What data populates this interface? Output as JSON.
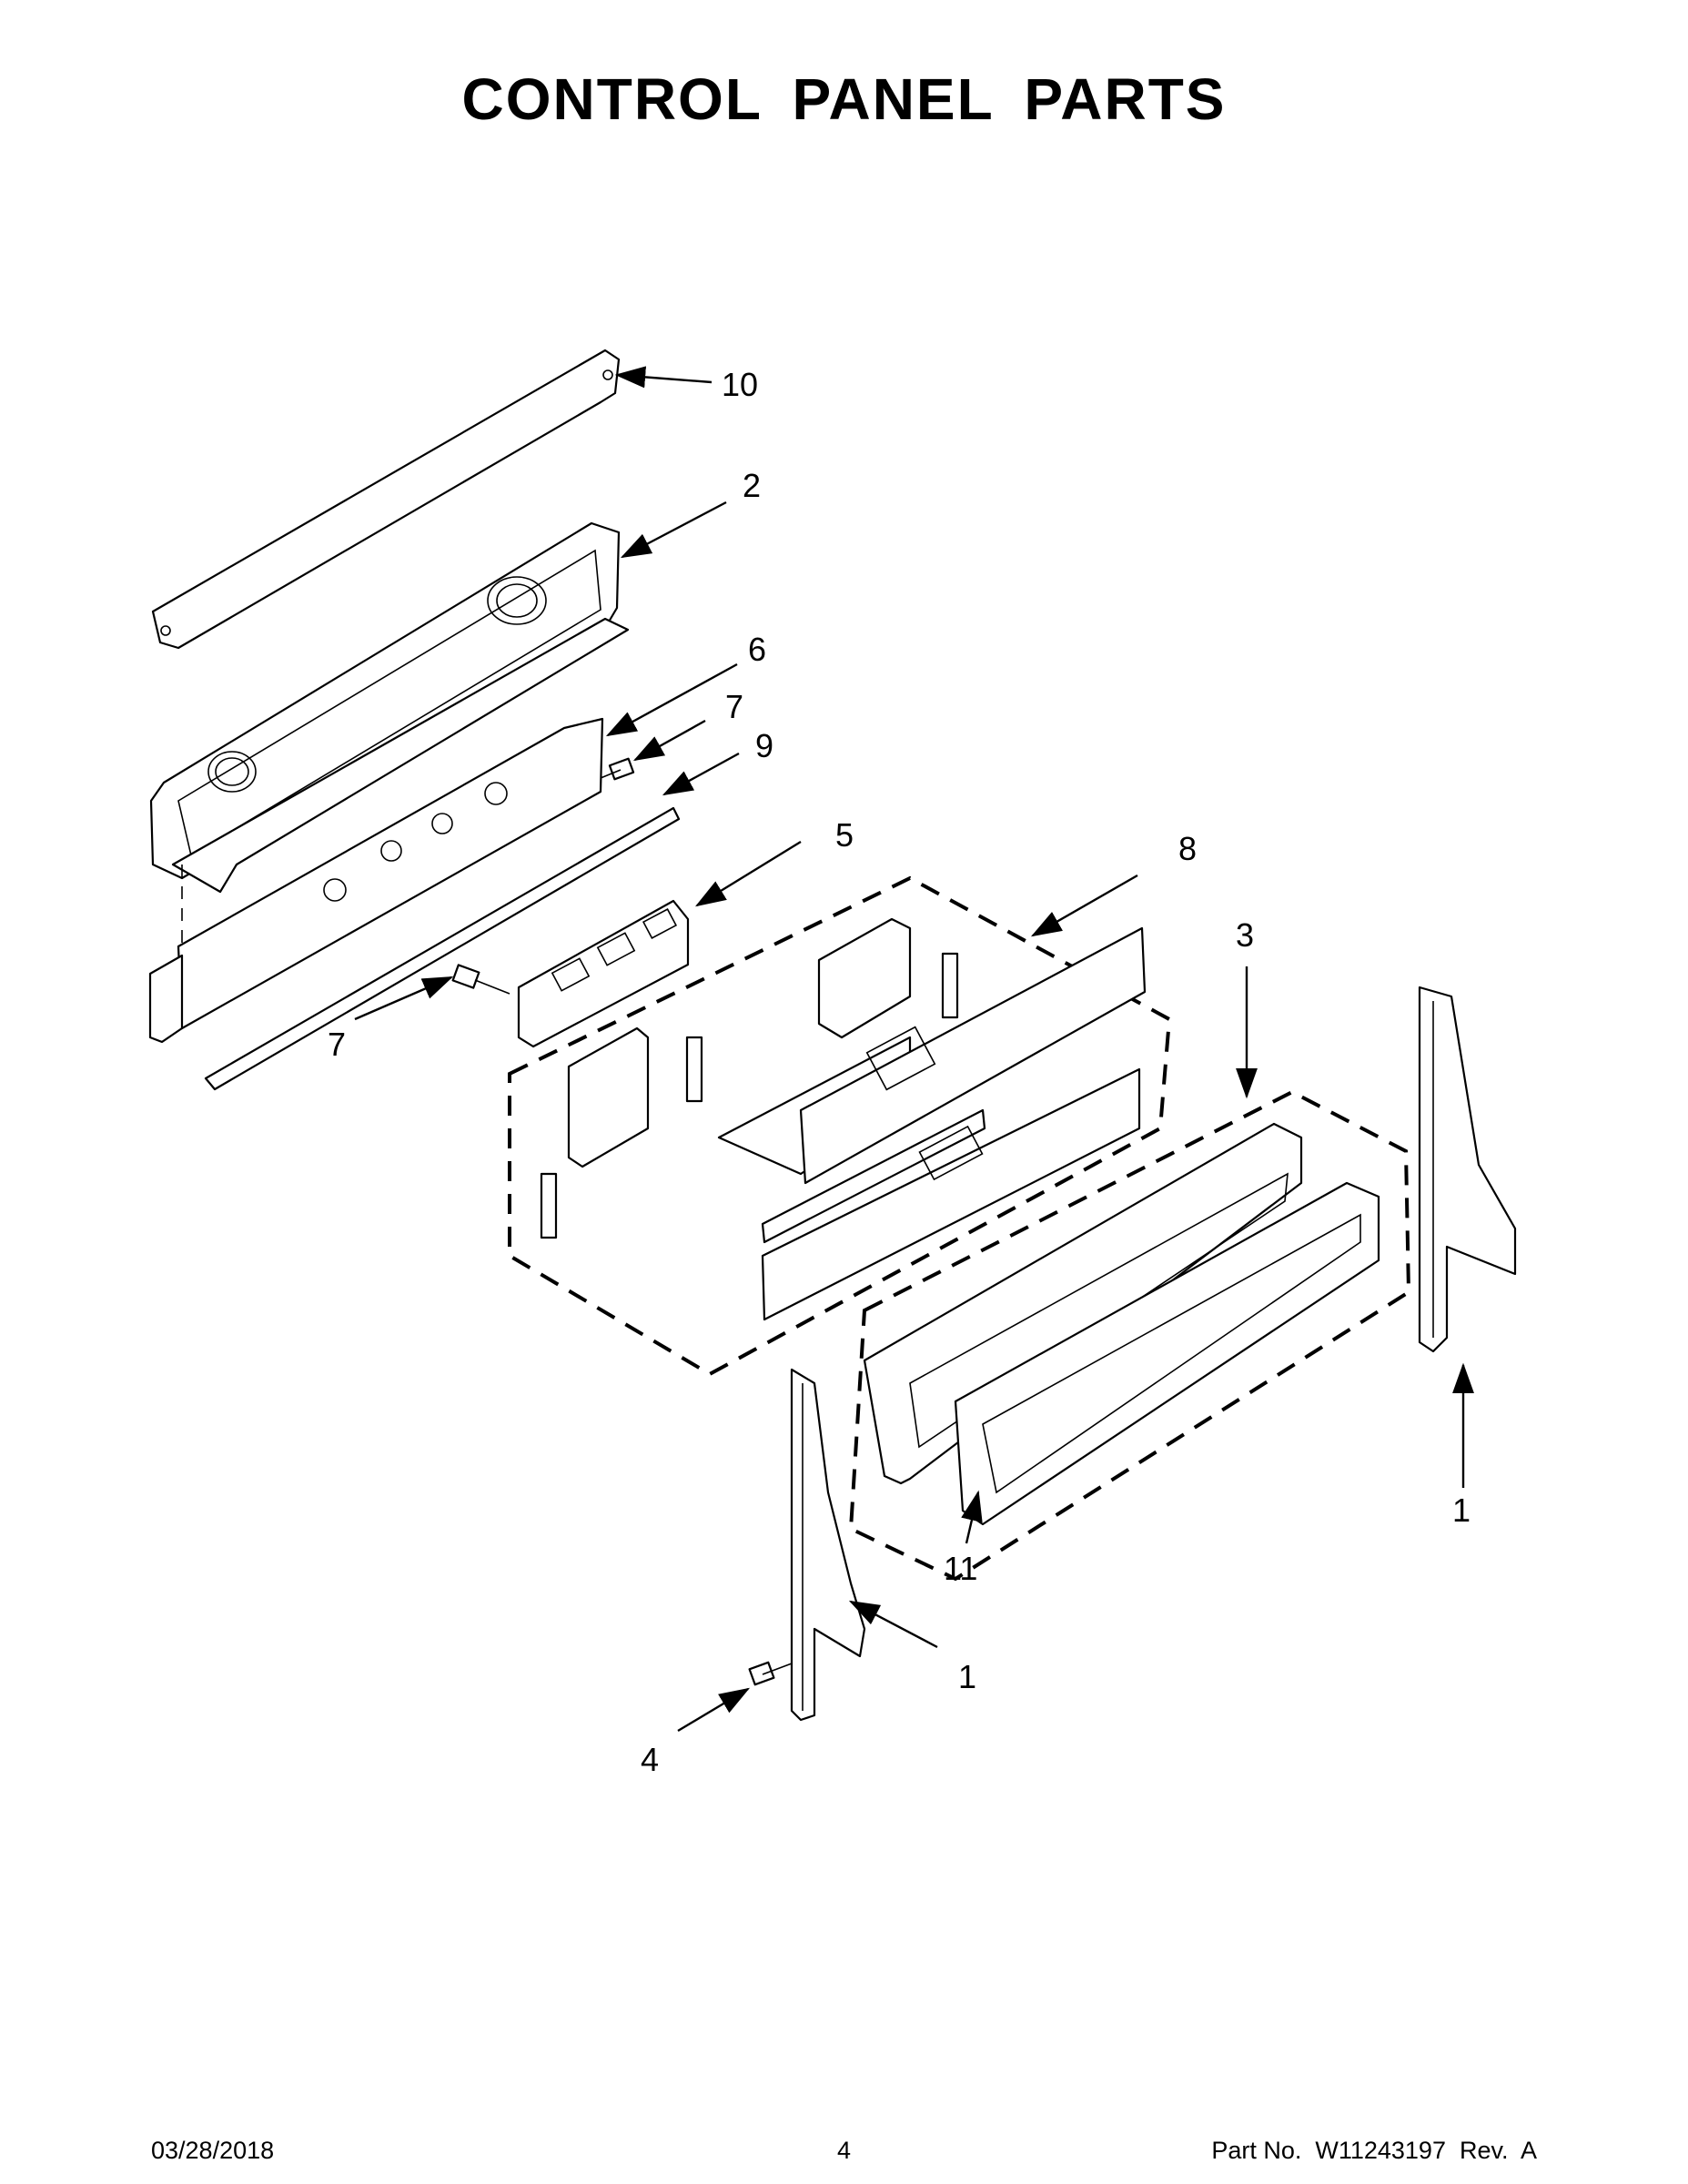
{
  "title": "CONTROL PANEL PARTS",
  "callouts": {
    "c10": "10",
    "c2": "2",
    "c6": "6",
    "c7a": "7",
    "c9": "9",
    "c5": "5",
    "c7b": "7",
    "c8": "8",
    "c3": "3",
    "c1a": "1",
    "c11": "11",
    "c1b": "1",
    "c4": "4"
  },
  "footer": {
    "date": "03/28/2018",
    "page": "4",
    "part_no": "Part No.  W11243197  Rev.  A"
  }
}
